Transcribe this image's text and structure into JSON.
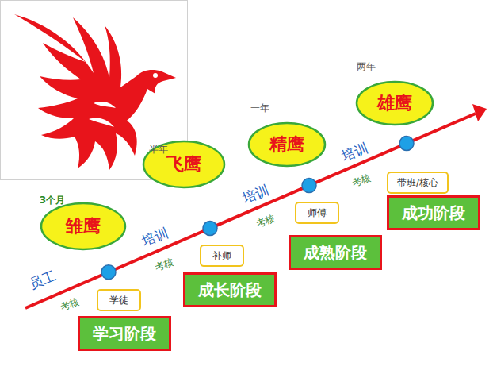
{
  "diagram": {
    "nodes": [
      {
        "text": [
          "雏鹰"
        ]
      },
      {
        "text": [
          "学徒"
        ]
      },
      {
        "text": [
          "学习阶段"
        ]
      },
      {
        "text": [
          "飞鹰"
        ]
      },
      {
        "text": [
          "补师"
        ]
      },
      {
        "text": [
          "成长阶段"
        ]
      },
      {
        "text": [
          "精鹰"
        ]
      },
      {
        "text": [
          "师傅"
        ]
      },
      {
        "text": [
          "成熟阶段"
        ]
      },
      {
        "text": [
          "雄鹰"
        ]
      },
      {
        "text": [
          "带班/核心"
        ]
      },
      {
        "text": [
          "成功阶段"
        ]
      }
    ],
    "labels": [
      "3个月",
      "半年",
      "一年",
      "两年",
      "员工",
      "培训",
      "培训",
      "培训",
      "考核",
      "考核",
      "考核",
      "考核"
    ]
  }
}
